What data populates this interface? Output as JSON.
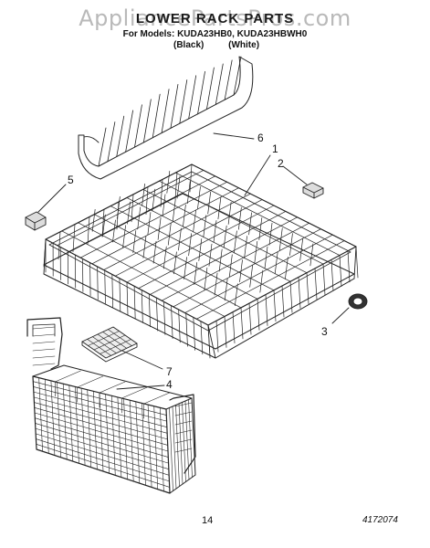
{
  "watermark": "AppliancePartsPros.com",
  "header": {
    "title": "LOWER RACK PARTS",
    "models": "For Models: KUDA23HB0, KUDA23HBWH0",
    "color_black": "(Black)",
    "color_white": "(White)"
  },
  "callouts": {
    "c1": "1",
    "c2": "2",
    "c3": "3",
    "c4": "4",
    "c5": "5",
    "c6": "6",
    "c7": "7"
  },
  "footer": {
    "page_number": "14",
    "document_number": "4172074"
  }
}
